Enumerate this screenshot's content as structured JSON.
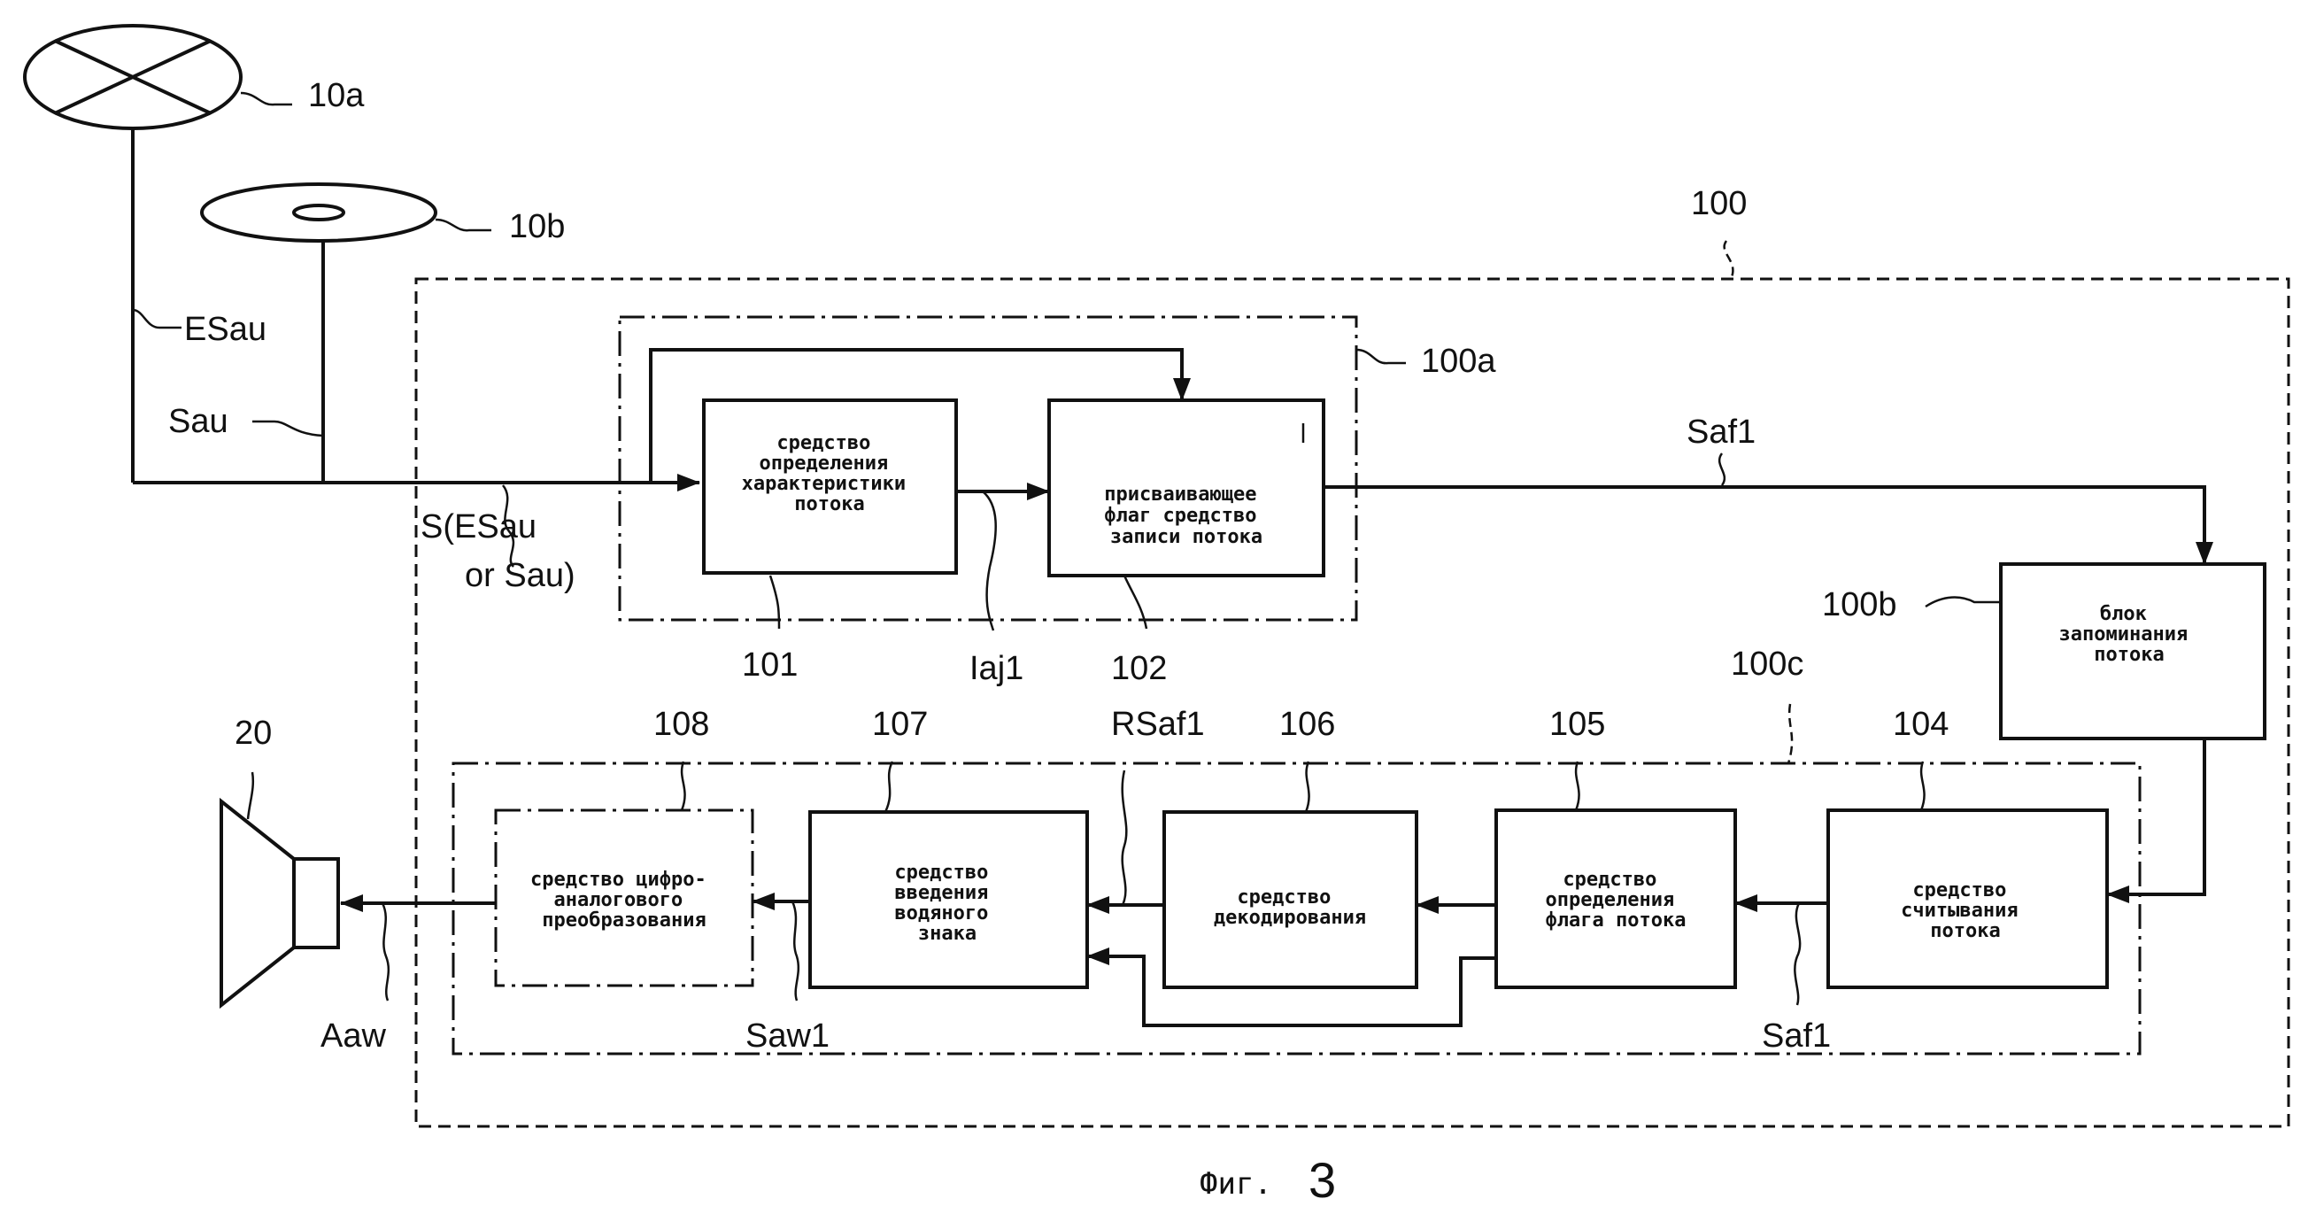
{
  "sources": {
    "broadcast_ref": "10a",
    "disc_ref": "10b",
    "esau_label": "ESau",
    "sau_label": "Sau",
    "s_label_line1": "S(ESau",
    "s_label_line2": "or Sau)"
  },
  "system": {
    "ref": "100",
    "unit_a_ref": "100a",
    "unit_b_ref": "100b",
    "unit_c_ref": "100c",
    "saf1_top": "Saf1",
    "saf1_bottom": "Saf1",
    "iaj1": "Iaj1",
    "rsaf1": "RSaf1",
    "saw1": "Saw1",
    "aaw": "Aaw",
    "speaker_ref": "20"
  },
  "blocks": {
    "b101": {
      "ref": "101",
      "lines": [
        "средство",
        "определения",
        "характеристики",
        "потока"
      ]
    },
    "b102": {
      "ref": "102",
      "lines": [
        "присваивающее",
        "флаг средство",
        "записи потока"
      ]
    },
    "b100b": {
      "lines": [
        "блок",
        "запоминания",
        "потока"
      ]
    },
    "b104": {
      "ref": "104",
      "lines": [
        "средство",
        "считывания",
        "потока"
      ]
    },
    "b105": {
      "ref": "105",
      "lines": [
        "средство",
        "определения",
        "флага потока"
      ]
    },
    "b106": {
      "ref": "106",
      "lines": [
        "средство",
        "декодирования"
      ]
    },
    "b107": {
      "ref": "107",
      "lines": [
        "средство",
        "введения",
        "водяного",
        "знака"
      ]
    },
    "b108": {
      "ref": "108",
      "lines": [
        "средство цифро-",
        "аналогового",
        "преобразования"
      ]
    }
  },
  "caption": {
    "prefix": "Фиг.",
    "number": "3"
  }
}
